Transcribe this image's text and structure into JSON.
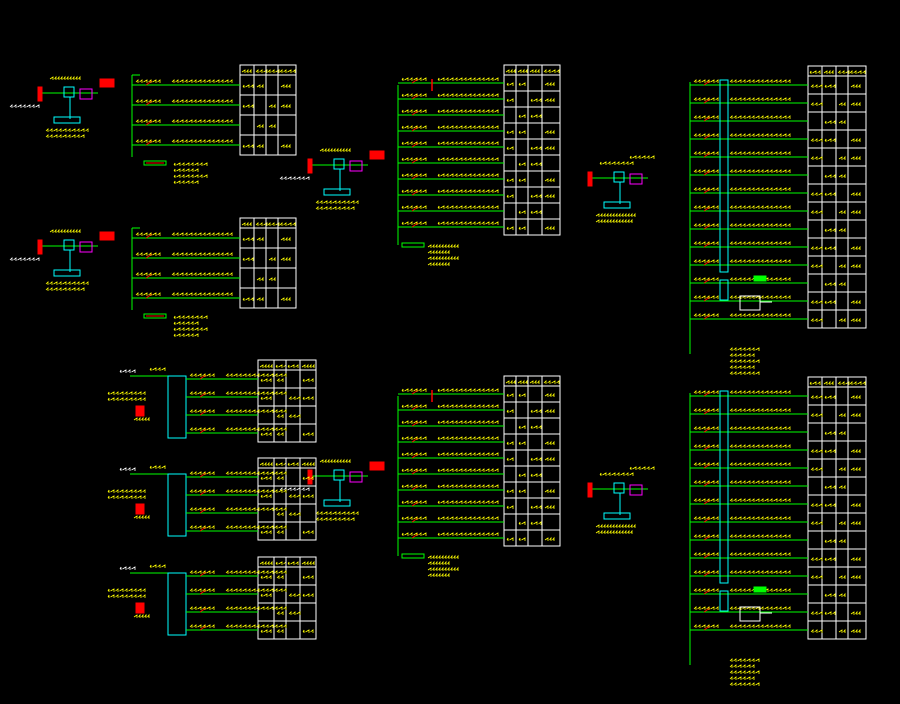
{
  "colors": {
    "background": "#000000",
    "busbar": "#00ff00",
    "table": "#ffffff",
    "text": "#ffff00",
    "cyan": "#00ffff",
    "magenta": "#ff00ff",
    "red": "#ff0000"
  },
  "panels": [
    {
      "label": "small-dist-panel-1",
      "kind": "small",
      "rows": 4,
      "header": [
        "",
        "",
        "",
        ""
      ],
      "feeder_label": "",
      "cells": [
        [
          "",
          "",
          "",
          ""
        ],
        [
          "",
          "",
          "",
          ""
        ],
        [
          "",
          "",
          "",
          ""
        ],
        [
          "",
          "",
          "",
          ""
        ]
      ],
      "notes": [
        "",
        "",
        "",
        ""
      ]
    },
    {
      "label": "main-dist-panel-1",
      "kind": "main",
      "rows": 10,
      "header": [
        "",
        "",
        "",
        ""
      ],
      "feeder_label": "",
      "cells": [],
      "notes": [
        "",
        "",
        "",
        ""
      ]
    },
    {
      "label": "large-dist-panel-1",
      "kind": "large",
      "rows": 14,
      "header": [
        "",
        "",
        "",
        ""
      ],
      "feeder_label": "",
      "cells": [],
      "notes": [
        "",
        "",
        "",
        ""
      ]
    },
    {
      "label": "small-dist-panel-2",
      "kind": "small",
      "rows": 4,
      "header": [
        "",
        "",
        "",
        ""
      ],
      "feeder_label": "",
      "cells": [],
      "notes": [
        "",
        "",
        "",
        ""
      ]
    },
    {
      "label": "sub-panel-1",
      "kind": "sub",
      "rows": 4,
      "header": [
        "",
        "",
        "",
        ""
      ],
      "feeder_label": "",
      "cells": [],
      "notes": [
        "",
        ""
      ]
    },
    {
      "label": "sub-panel-2",
      "kind": "sub",
      "rows": 4,
      "header": [
        "",
        "",
        "",
        ""
      ],
      "feeder_label": "",
      "cells": [],
      "notes": [
        "",
        ""
      ]
    },
    {
      "label": "sub-panel-3",
      "kind": "sub",
      "rows": 4,
      "header": [
        "",
        "",
        "",
        ""
      ],
      "feeder_label": "",
      "cells": [],
      "notes": [
        "",
        ""
      ]
    },
    {
      "label": "main-dist-panel-2",
      "kind": "main",
      "rows": 10,
      "header": [
        "",
        "",
        "",
        ""
      ],
      "feeder_label": "",
      "cells": [],
      "notes": [
        "",
        "",
        "",
        ""
      ]
    },
    {
      "label": "large-dist-panel-2",
      "kind": "large",
      "rows": 14,
      "header": [
        "",
        "",
        "",
        ""
      ],
      "feeder_label": "",
      "cells": [],
      "notes": [
        "",
        "",
        "",
        ""
      ]
    }
  ]
}
